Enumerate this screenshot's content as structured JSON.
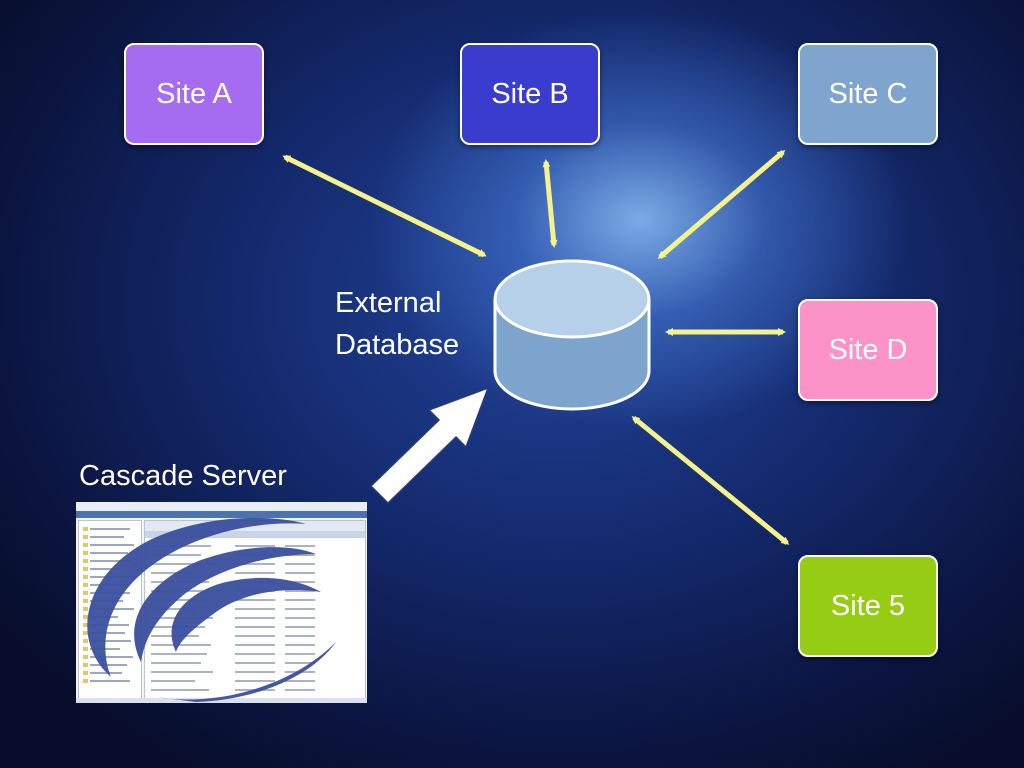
{
  "sites": [
    {
      "id": "site-a",
      "label": "Site A",
      "color": "#a56bf0"
    },
    {
      "id": "site-b",
      "label": "Site B",
      "color": "#3a3ccd"
    },
    {
      "id": "site-c",
      "label": "Site C",
      "color": "#7fa4ce"
    },
    {
      "id": "site-d",
      "label": "Site D",
      "color": "#fb93c8"
    },
    {
      "id": "site-5",
      "label": "Site 5",
      "color": "#97cc14"
    }
  ],
  "database": {
    "label_line1": "External",
    "label_line2": "Database",
    "fill": "#7da4cd",
    "top_fill": "#b7d0ea"
  },
  "source": {
    "label": "Cascade Server"
  },
  "arrow_color": "#f6f28a",
  "logo_color": "#3b4f9e"
}
